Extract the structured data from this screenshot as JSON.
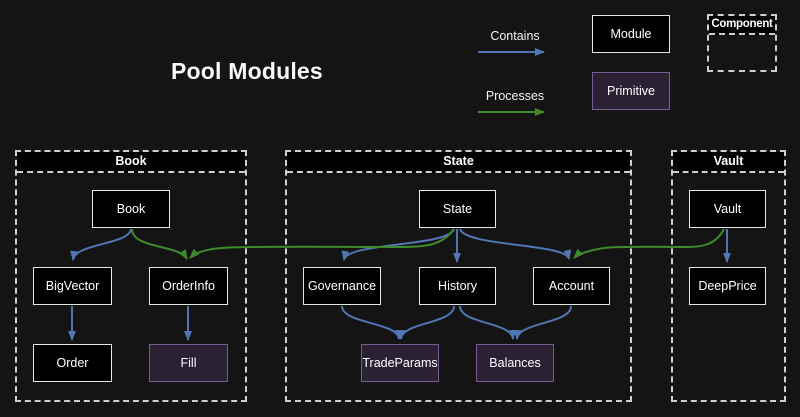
{
  "title": "Pool Modules",
  "legend": {
    "contains_label": "Contains",
    "processes_label": "Processes",
    "module_label": "Module",
    "primitive_label": "Primitive",
    "component_label": "Component"
  },
  "colors": {
    "background": "#141414",
    "contains_arrow": "#5276b3",
    "processes_arrow": "#3f8a2c",
    "module_fill": "#000000",
    "module_border": "#e6e6e6",
    "primitive_fill": "#2a2134",
    "primitive_border": "#7a5b94",
    "container_dash": "#cfcfcf"
  },
  "containers": [
    {
      "id": "book",
      "title": "Book"
    },
    {
      "id": "state",
      "title": "State"
    },
    {
      "id": "vault",
      "title": "Vault"
    }
  ],
  "nodes": [
    {
      "id": "Book",
      "label": "Book",
      "type": "module",
      "container": "book"
    },
    {
      "id": "BigVector",
      "label": "BigVector",
      "type": "module",
      "container": "book"
    },
    {
      "id": "OrderInfo",
      "label": "OrderInfo",
      "type": "module",
      "container": "book"
    },
    {
      "id": "Order",
      "label": "Order",
      "type": "module",
      "container": "book"
    },
    {
      "id": "Fill",
      "label": "Fill",
      "type": "primitive",
      "container": "book"
    },
    {
      "id": "State",
      "label": "State",
      "type": "module",
      "container": "state"
    },
    {
      "id": "Governance",
      "label": "Governance",
      "type": "module",
      "container": "state"
    },
    {
      "id": "History",
      "label": "History",
      "type": "module",
      "container": "state"
    },
    {
      "id": "Account",
      "label": "Account",
      "type": "module",
      "container": "state"
    },
    {
      "id": "TradeParams",
      "label": "TradeParams",
      "type": "primitive",
      "container": "state"
    },
    {
      "id": "Balances",
      "label": "Balances",
      "type": "primitive",
      "container": "state"
    },
    {
      "id": "Vault",
      "label": "Vault",
      "type": "module",
      "container": "vault"
    },
    {
      "id": "DeepPrice",
      "label": "DeepPrice",
      "type": "module",
      "container": "vault"
    }
  ],
  "edges": [
    {
      "from": "Book",
      "to": "BigVector",
      "relation": "contains"
    },
    {
      "from": "BigVector",
      "to": "Order",
      "relation": "contains"
    },
    {
      "from": "OrderInfo",
      "to": "Fill",
      "relation": "contains"
    },
    {
      "from": "State",
      "to": "Governance",
      "relation": "contains"
    },
    {
      "from": "State",
      "to": "History",
      "relation": "contains"
    },
    {
      "from": "State",
      "to": "Account",
      "relation": "contains"
    },
    {
      "from": "Governance",
      "to": "TradeParams",
      "relation": "contains"
    },
    {
      "from": "History",
      "to": "TradeParams",
      "relation": "contains"
    },
    {
      "from": "History",
      "to": "Balances",
      "relation": "contains"
    },
    {
      "from": "Account",
      "to": "Balances",
      "relation": "contains"
    },
    {
      "from": "Vault",
      "to": "DeepPrice",
      "relation": "contains"
    },
    {
      "from": "Book",
      "to": "OrderInfo",
      "relation": "processes"
    },
    {
      "from": "State",
      "to": "OrderInfo",
      "relation": "processes"
    },
    {
      "from": "Vault",
      "to": "Account",
      "relation": "processes"
    }
  ]
}
